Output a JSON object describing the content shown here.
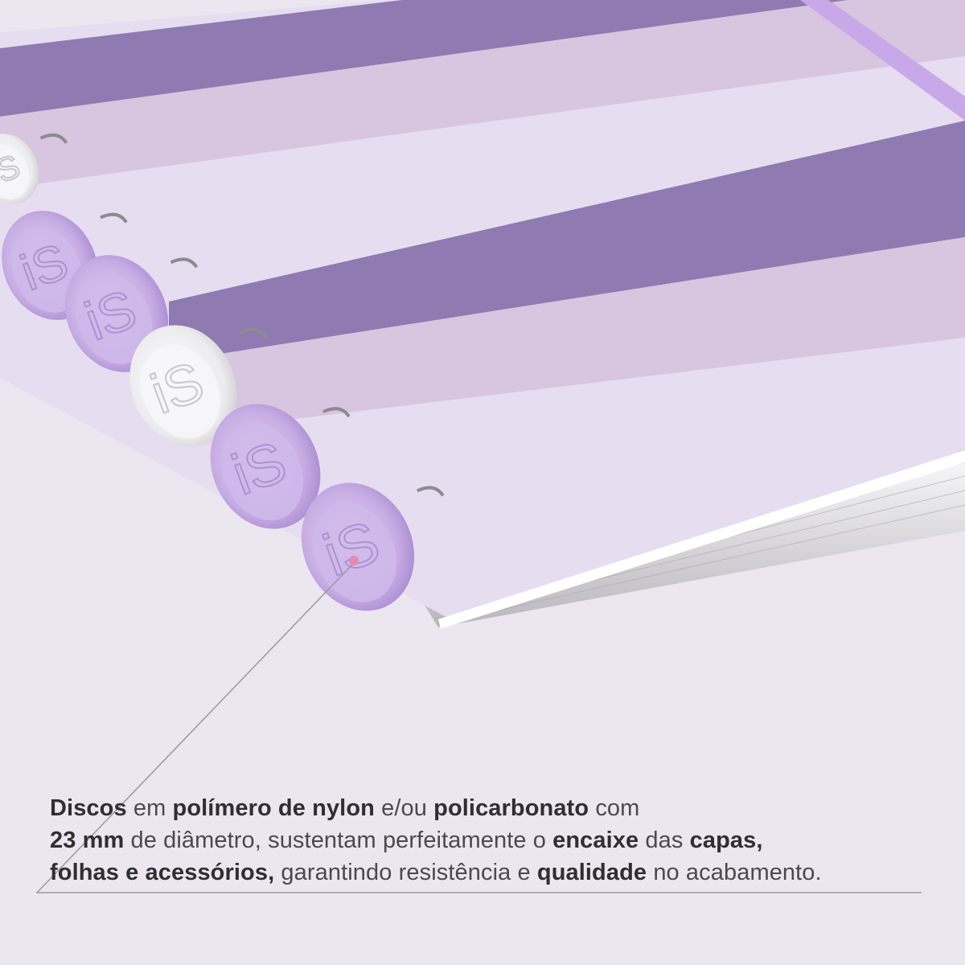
{
  "colors": {
    "background": "#ece6f1",
    "stripe_dark": "#8f7ab2",
    "stripe_mid": "#d8c6e0",
    "stripe_light": "#e6def0",
    "disc_lilac": "#c9b0e6",
    "disc_white": "#f3f1f3",
    "elastic_band": "#c9a8ea",
    "pointer_dot": "#e38bb6",
    "callout_line": "#9a9a9a"
  },
  "disc_logo_glyph": "iS",
  "caption": {
    "line1": [
      {
        "text": "Discos",
        "bold": true
      },
      {
        "text": " em ",
        "bold": false
      },
      {
        "text": "polímero de nylon",
        "bold": true
      },
      {
        "text": " e/ou ",
        "bold": false
      },
      {
        "text": "policarbonato",
        "bold": true
      },
      {
        "text": " com",
        "bold": false
      }
    ],
    "line2": [
      {
        "text": "23 mm",
        "bold": true
      },
      {
        "text": " de diâmetro, sustentam perfeitamente o ",
        "bold": false
      },
      {
        "text": "encaixe",
        "bold": true
      },
      {
        "text": " das ",
        "bold": false
      },
      {
        "text": "capas,",
        "bold": true
      }
    ],
    "line3": [
      {
        "text": "folhas e acessórios,",
        "bold": true
      },
      {
        "text": " garantindo resistência e ",
        "bold": false
      },
      {
        "text": "qualidade",
        "bold": true
      },
      {
        "text": " no acabamento.",
        "bold": false
      }
    ]
  }
}
